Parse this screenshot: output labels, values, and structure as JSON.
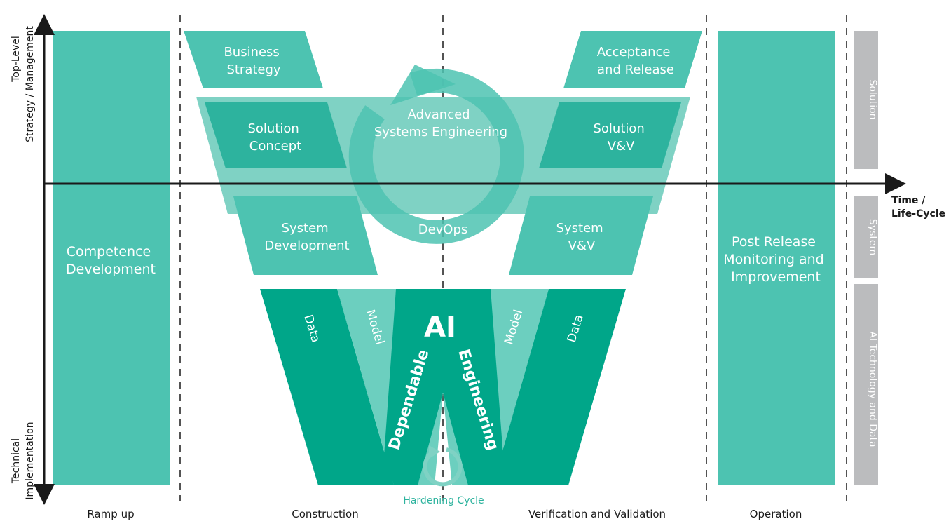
{
  "colors": {
    "light_teal": "#4dc3b1",
    "mid_teal": "#2db39e",
    "dark_teal": "#00a689",
    "pale_teal": "#7fd2c4",
    "gray": "#bbbcbe",
    "axis": "#1a1a1a",
    "hardening_text": "#2db39e"
  },
  "y_axis": {
    "top_line1": "Top-Level",
    "top_line2": "Strategy / Management",
    "bottom_line1": "Technical",
    "bottom_line2": "Implementation"
  },
  "x_axis": {
    "line1": "Time /",
    "line2": "Life-Cycle"
  },
  "phases": [
    "Ramp up",
    "Construction",
    "Verification and Validation",
    "Operation"
  ],
  "blocks": {
    "competence_line1": "Competence",
    "competence_line2": "Development",
    "business_line1": "Business",
    "business_line2": "Strategy",
    "acceptance_line1": "Acceptance",
    "acceptance_line2": "and Release",
    "solution_concept_line1": "Solution",
    "solution_concept_line2": "Concept",
    "solution_vv_line1": "Solution",
    "solution_vv_line2": "V&V",
    "system_dev_line1": "System",
    "system_dev_line2": "Development",
    "system_vv_line1": "System",
    "system_vv_line2": "V&V",
    "ase_line1": "Advanced",
    "ase_line2": "Systems Engineering",
    "devops": "DevOps",
    "post_line1": "Post Release",
    "post_line2": "Monitoring and",
    "post_line3": "Improvement"
  },
  "ai_w": {
    "ai": "AI",
    "dependable": "Dependable",
    "engineering": "Engineering",
    "data_left": "Data",
    "model_left": "Model",
    "model_right": "Model",
    "data_right": "Data",
    "hardening": "Hardening Cycle"
  },
  "side_labels": [
    "Solution",
    "System",
    "AI Technology and Data"
  ]
}
